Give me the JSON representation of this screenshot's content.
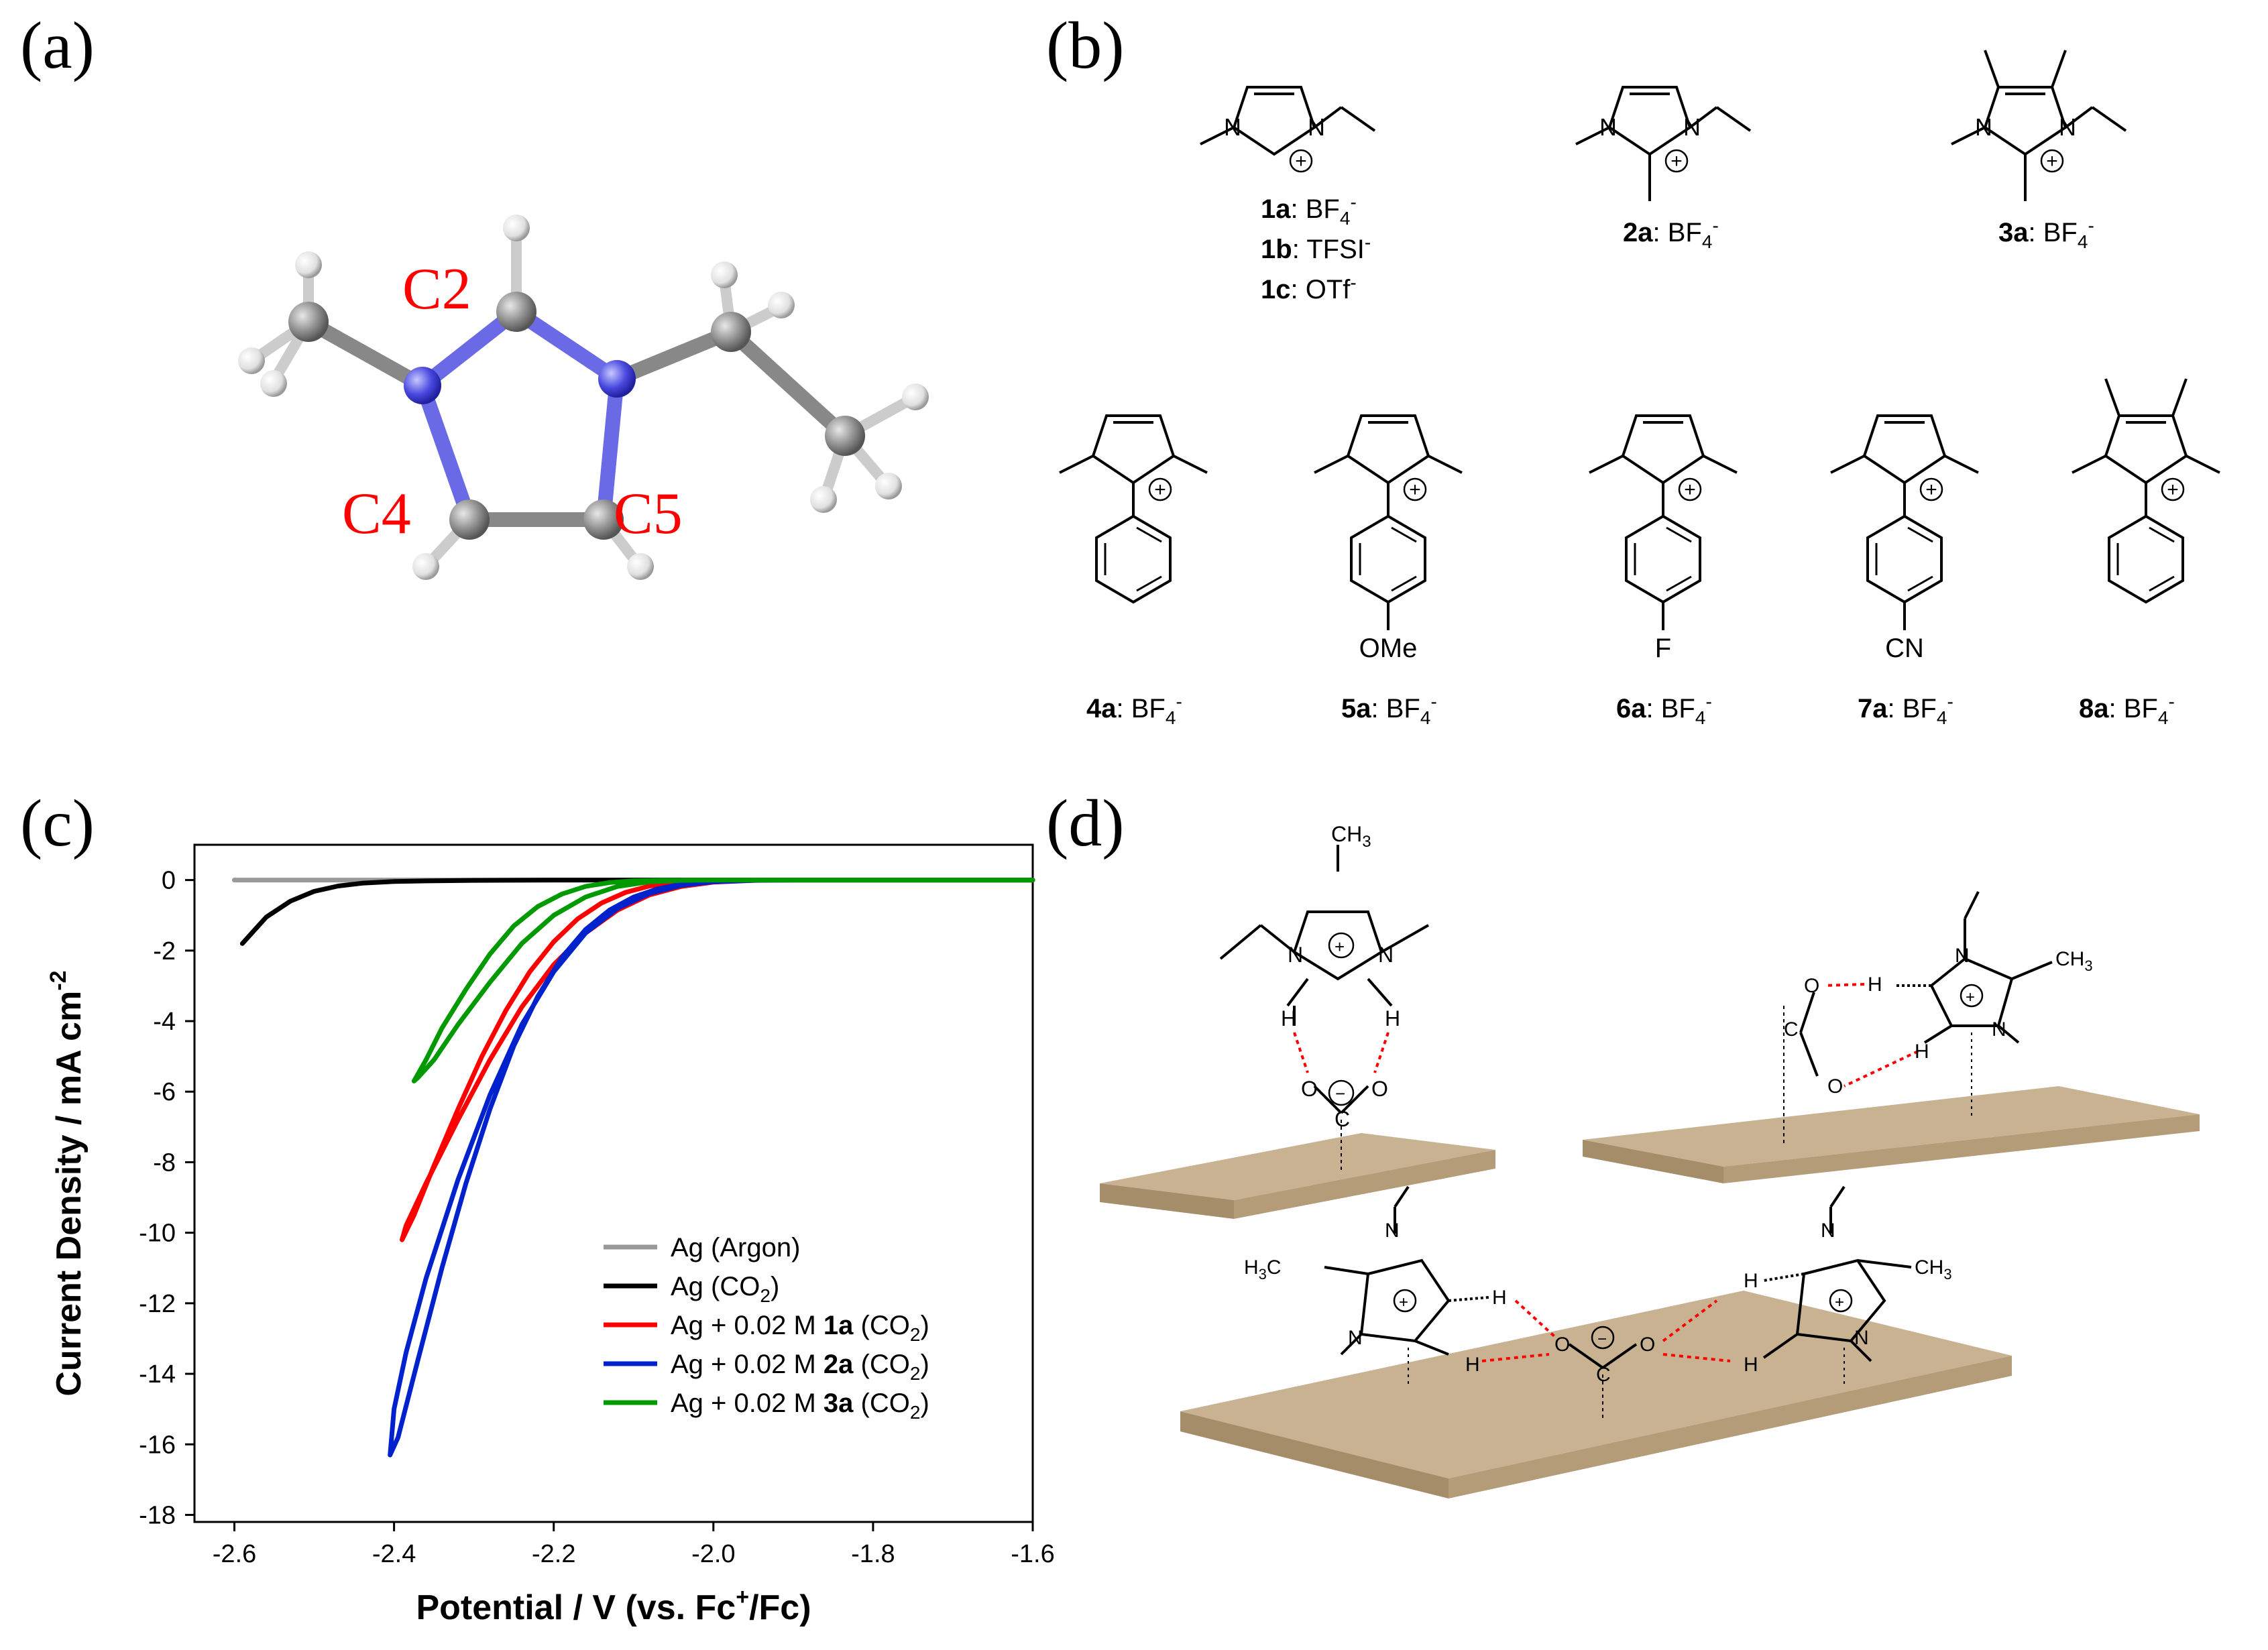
{
  "panels": [
    "(a)",
    "(b)",
    "(c)",
    "(d)"
  ],
  "molecule_a": {
    "atom_labels": [
      "C2",
      "C4",
      "C5"
    ]
  },
  "structures_b": {
    "row1": [
      {
        "compound": "1a",
        "anion": "BF",
        "anion_sub": "4",
        "anion_sup": "-"
      },
      {
        "compound": "1b",
        "anion": "TFSI",
        "anion_sub": "",
        "anion_sup": "-"
      },
      {
        "compound": "1c",
        "anion": "OTf",
        "anion_sub": "",
        "anion_sup": "-"
      },
      {
        "compound": "2a",
        "anion": "BF",
        "anion_sub": "4",
        "anion_sup": "-"
      },
      {
        "compound": "3a",
        "anion": "BF",
        "anion_sub": "4",
        "anion_sup": "-"
      }
    ],
    "row2": [
      {
        "compound": "4a",
        "anion": "BF",
        "anion_sub": "4",
        "anion_sup": "-",
        "substituent": ""
      },
      {
        "compound": "5a",
        "anion": "BF",
        "anion_sub": "4",
        "anion_sup": "-",
        "substituent": "OMe"
      },
      {
        "compound": "6a",
        "anion": "BF",
        "anion_sub": "4",
        "anion_sup": "-",
        "substituent": "F"
      },
      {
        "compound": "7a",
        "anion": "BF",
        "anion_sub": "4",
        "anion_sup": "-",
        "substituent": "CN"
      },
      {
        "compound": "8a",
        "anion": "BF",
        "anion_sub": "4",
        "anion_sup": "-",
        "substituent": ""
      }
    ],
    "atom_text": {
      "N": "N",
      "plus": "+"
    }
  },
  "chart_data": {
    "type": "line",
    "xlabel": "Potential / V (vs. Fc+/Fc)",
    "xlabel_parts": {
      "main": "Potential / V (vs. Fc",
      "sup": "+",
      "tail": "/Fc)"
    },
    "ylabel": "Current Density / mA cm-2",
    "ylabel_parts": {
      "main": "Current Density / mA cm",
      "sup": "-2"
    },
    "xlim": [
      -2.65,
      -1.6
    ],
    "ylim": [
      -18.2,
      1.0
    ],
    "xticks": [
      -2.6,
      -2.4,
      -2.2,
      -2.0,
      -1.8,
      -1.6
    ],
    "xtick_labels": [
      "-2.6",
      "-2.4",
      "-2.2",
      "-2.0",
      "-1.8",
      "-1.6"
    ],
    "yticks": [
      0,
      -2,
      -4,
      -6,
      -8,
      -10,
      -12,
      -14,
      -16,
      -18
    ],
    "ytick_labels": [
      "0",
      "-2",
      "-4",
      "-6",
      "-8",
      "-10",
      "-12",
      "-14",
      "-16",
      "-18"
    ],
    "legend_position": "bottom-right",
    "series": [
      {
        "name": "Ag (Argon)",
        "legend": {
          "pre": "Ag (Argon)",
          "bold": "",
          "post": "",
          "sub": "",
          "tail": ""
        },
        "color": "#999999",
        "x": [
          -2.6,
          -2.4,
          -2.2,
          -2.0,
          -1.8,
          -1.6
        ],
        "y": [
          0,
          0,
          0,
          0,
          0,
          0
        ]
      },
      {
        "name": "Ag (CO2)",
        "legend": {
          "pre": "Ag (CO",
          "bold": "",
          "post": "",
          "sub": "2",
          "tail": ")"
        },
        "color": "#000000",
        "x": [
          -2.59,
          -2.56,
          -2.53,
          -2.5,
          -2.47,
          -2.44,
          -2.4,
          -2.35,
          -2.3,
          -2.2,
          -2.0,
          -1.8,
          -1.6
        ],
        "y": [
          -1.8,
          -1.05,
          -0.6,
          -0.32,
          -0.17,
          -0.09,
          -0.04,
          -0.02,
          -0.01,
          0,
          0,
          0,
          0
        ]
      },
      {
        "name": "Ag + 0.02 M 1a (CO2)",
        "legend": {
          "pre": "Ag + 0.02 M ",
          "bold": "1a",
          "post": " (CO",
          "sub": "2",
          "tail": ")"
        },
        "color": "#ff0000",
        "x": [
          -1.6,
          -1.9,
          -1.95,
          -2.0,
          -2.04,
          -2.08,
          -2.12,
          -2.16,
          -2.2,
          -2.24,
          -2.28,
          -2.32,
          -2.36,
          -2.385,
          -2.39,
          -2.375,
          -2.35,
          -2.32,
          -2.29,
          -2.26,
          -2.23,
          -2.2,
          -2.17,
          -2.14,
          -2.11,
          -2.08,
          -2.05,
          -2.02,
          -1.98,
          -1.9,
          -1.6
        ],
        "y": [
          0,
          0,
          -0.01,
          -0.06,
          -0.18,
          -0.42,
          -0.85,
          -1.5,
          -2.4,
          -3.6,
          -5.1,
          -6.8,
          -8.6,
          -9.8,
          -10.2,
          -9.5,
          -8.1,
          -6.5,
          -5.0,
          -3.7,
          -2.6,
          -1.75,
          -1.1,
          -0.65,
          -0.35,
          -0.17,
          -0.08,
          -0.03,
          -0.01,
          0,
          0
        ]
      },
      {
        "name": "Ag + 0.02 M 2a (CO2)",
        "legend": {
          "pre": "Ag + 0.02 M ",
          "bold": "2a",
          "post": " (CO",
          "sub": "2",
          "tail": ")"
        },
        "color": "#0022cc",
        "x": [
          -1.6,
          -1.9,
          -1.95,
          -2.0,
          -2.04,
          -2.08,
          -2.12,
          -2.16,
          -2.2,
          -2.24,
          -2.28,
          -2.32,
          -2.36,
          -2.385,
          -2.4,
          -2.405,
          -2.395,
          -2.37,
          -2.34,
          -2.31,
          -2.28,
          -2.25,
          -2.22,
          -2.19,
          -2.16,
          -2.13,
          -2.1,
          -2.07,
          -2.04,
          -2.0,
          -1.96,
          -1.9,
          -1.6
        ],
        "y": [
          0,
          0,
          -0.01,
          -0.05,
          -0.15,
          -0.38,
          -0.8,
          -1.5,
          -2.6,
          -4.1,
          -6.1,
          -8.5,
          -11.3,
          -13.4,
          -15.0,
          -16.3,
          -15.8,
          -13.6,
          -11.0,
          -8.6,
          -6.5,
          -4.7,
          -3.3,
          -2.2,
          -1.4,
          -0.85,
          -0.48,
          -0.25,
          -0.12,
          -0.04,
          -0.01,
          0,
          0
        ]
      },
      {
        "name": "Ag + 0.02 M 3a (CO2)",
        "legend": {
          "pre": "Ag + 0.02 M ",
          "bold": "3a",
          "post": " (CO",
          "sub": "2",
          "tail": ")"
        },
        "color": "#009900",
        "x": [
          -1.6,
          -2.0,
          -2.04,
          -2.08,
          -2.12,
          -2.16,
          -2.2,
          -2.24,
          -2.28,
          -2.32,
          -2.35,
          -2.37,
          -2.375,
          -2.36,
          -2.34,
          -2.31,
          -2.28,
          -2.25,
          -2.22,
          -2.19,
          -2.16,
          -2.13,
          -2.1,
          -2.06,
          -2.0,
          -1.6
        ],
        "y": [
          0,
          0,
          -0.01,
          -0.05,
          -0.18,
          -0.48,
          -1.0,
          -1.8,
          -2.9,
          -4.1,
          -5.1,
          -5.6,
          -5.7,
          -5.1,
          -4.2,
          -3.1,
          -2.1,
          -1.3,
          -0.75,
          -0.4,
          -0.18,
          -0.07,
          -0.02,
          -0.005,
          0,
          0
        ]
      }
    ]
  },
  "scheme_d": {
    "methyl_label": "CH",
    "methyl_sub": "3",
    "h3c_label": "H",
    "h3c_sub": "3",
    "h3c_tail": "C",
    "atoms": {
      "N": "N",
      "H": "H",
      "O": "O",
      "C": "C",
      "plus": "+",
      "minus": "−"
    }
  }
}
